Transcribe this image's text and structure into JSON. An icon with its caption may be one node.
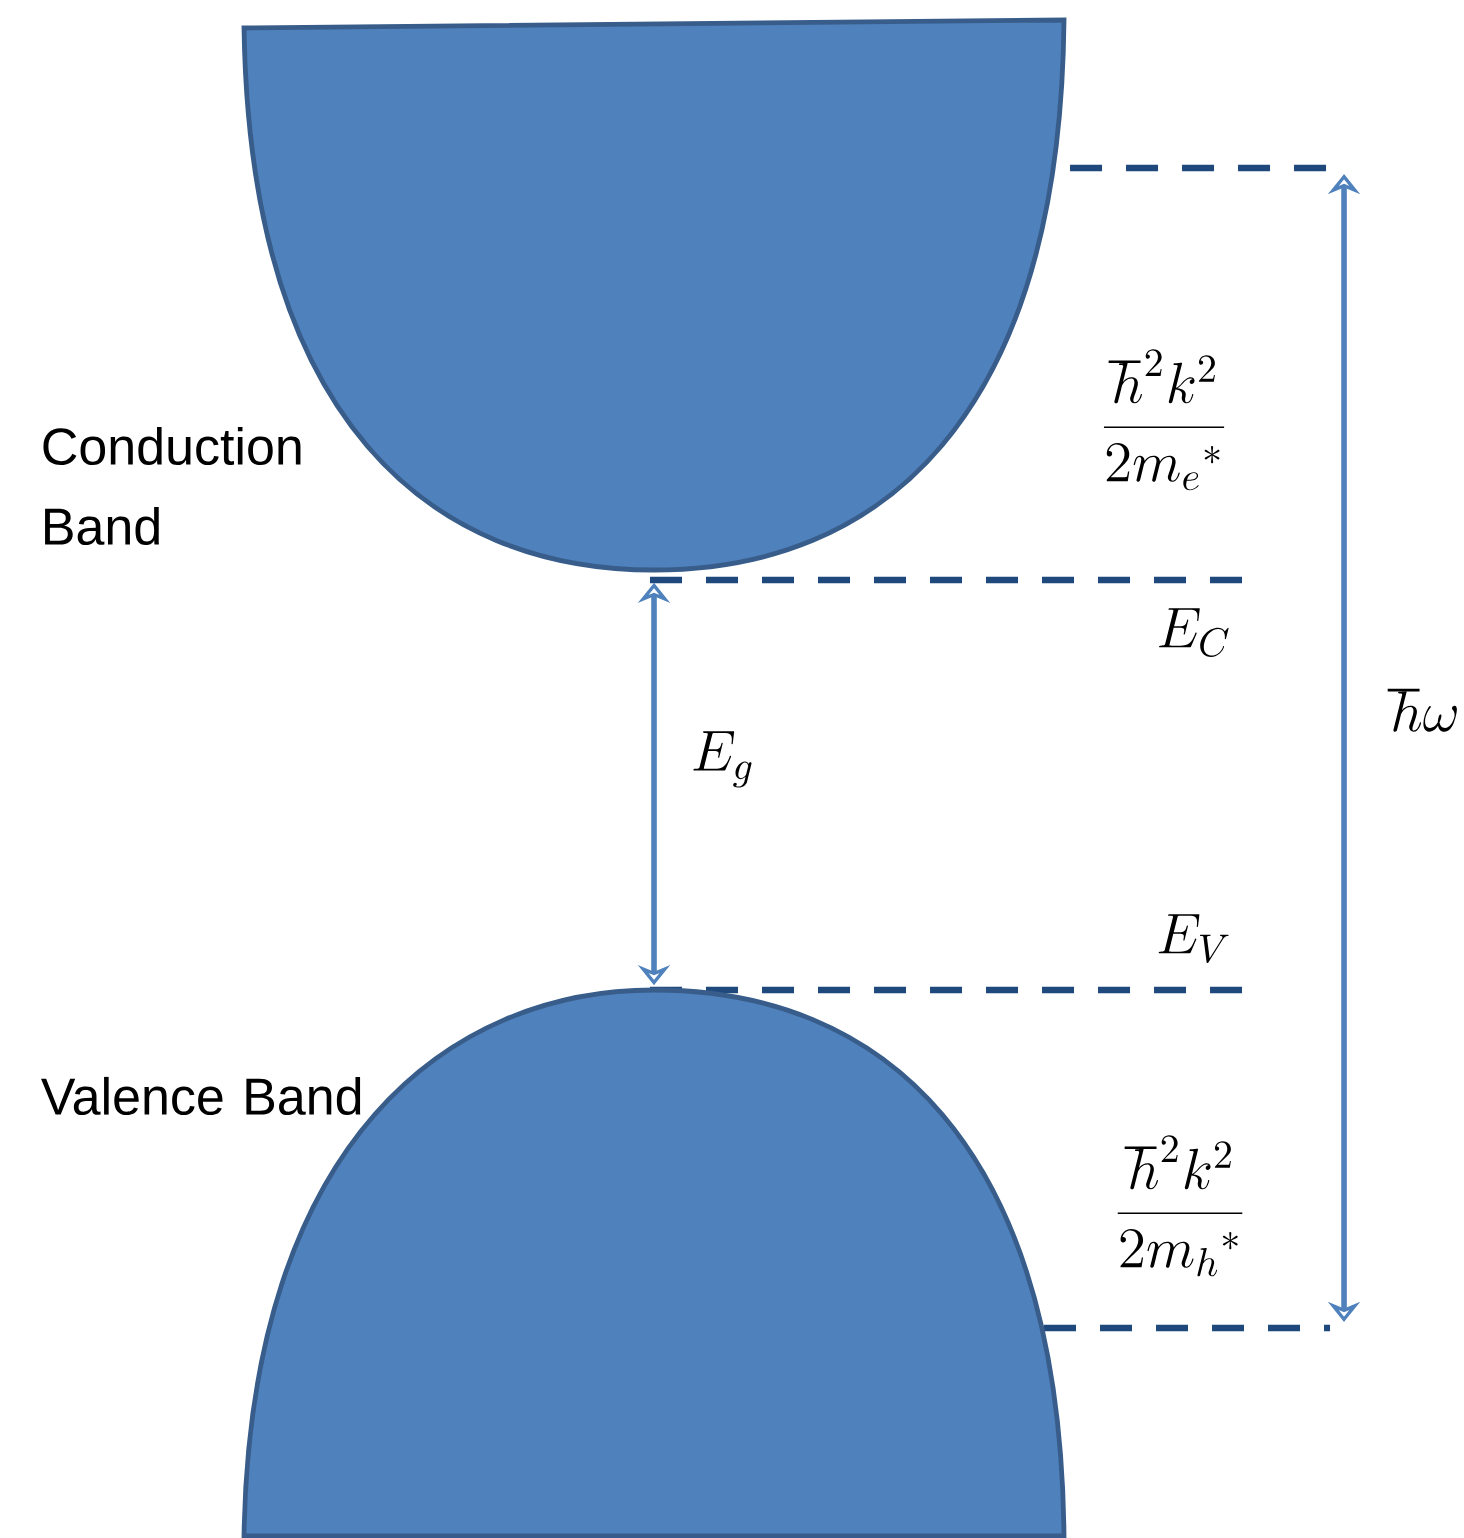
{
  "diagram": {
    "nodes": [
      {
        "text": [
          "Conduction Band"
        ]
      },
      {
        "text": [
          "Valence Band"
        ]
      }
    ],
    "edges": [
      {
        "from": 0,
        "to": 1,
        "arrow": "both",
        "label": "E_g"
      }
    ],
    "labels": [
      "\\frac{\\hbar^2 k^2}{2m_e{}^*}",
      "E_C",
      "\\hbar\\omega",
      "E_V",
      "\\frac{\\hbar^2 k^2}{2m_h{}^*}"
    ]
  }
}
